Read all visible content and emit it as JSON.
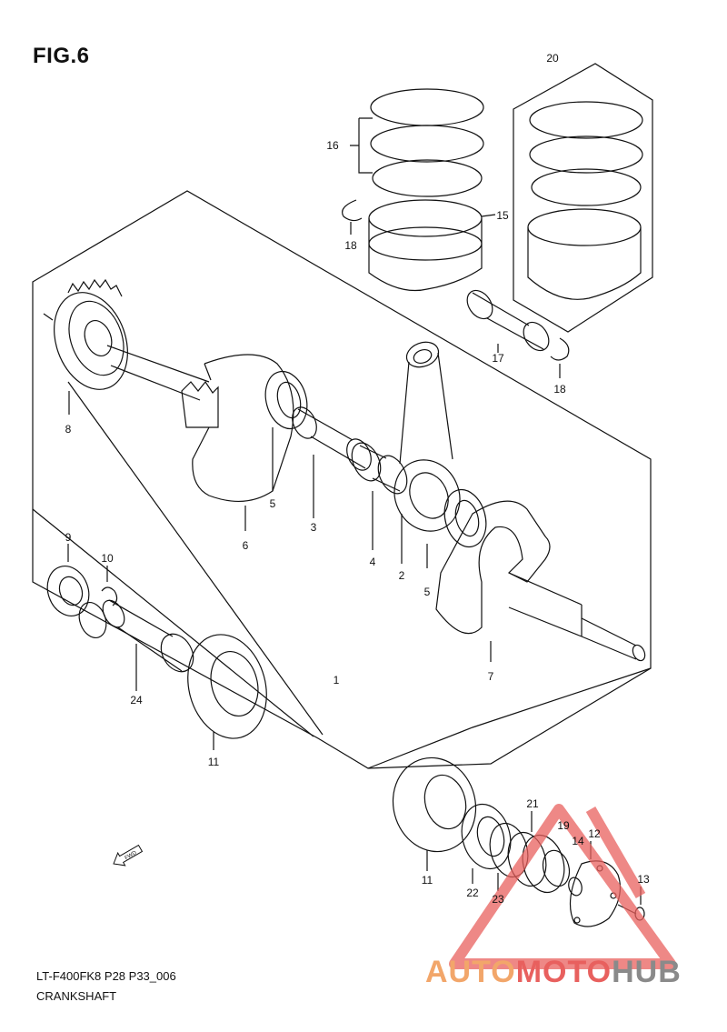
{
  "figure": {
    "title": "FIG.6",
    "reference_code": "LT-F400FK8 P28 P33_006",
    "caption": "CRANKSHAFT"
  },
  "callouts": [
    {
      "id": "c1",
      "label": "1"
    },
    {
      "id": "c2",
      "label": "2"
    },
    {
      "id": "c3",
      "label": "3"
    },
    {
      "id": "c4",
      "label": "4"
    },
    {
      "id": "c5a",
      "label": "5"
    },
    {
      "id": "c5b",
      "label": "5"
    },
    {
      "id": "c6",
      "label": "6"
    },
    {
      "id": "c7",
      "label": "7"
    },
    {
      "id": "c8",
      "label": "8"
    },
    {
      "id": "c9",
      "label": "9"
    },
    {
      "id": "c10",
      "label": "10"
    },
    {
      "id": "c11a",
      "label": "11"
    },
    {
      "id": "c11b",
      "label": "11"
    },
    {
      "id": "c12",
      "label": "12"
    },
    {
      "id": "c13",
      "label": "13"
    },
    {
      "id": "c14",
      "label": "14"
    },
    {
      "id": "c15",
      "label": "15"
    },
    {
      "id": "c16",
      "label": "16"
    },
    {
      "id": "c17",
      "label": "17"
    },
    {
      "id": "c18a",
      "label": "18"
    },
    {
      "id": "c18b",
      "label": "18"
    },
    {
      "id": "c19",
      "label": "19"
    },
    {
      "id": "c20",
      "label": "20"
    },
    {
      "id": "c21",
      "label": "21"
    },
    {
      "id": "c22",
      "label": "22"
    },
    {
      "id": "c23",
      "label": "23"
    },
    {
      "id": "c24",
      "label": "24"
    }
  ],
  "fwd_marker": "FWD",
  "watermark": {
    "part1": "AUTO",
    "part2": "MOTO",
    "part3": "HUB",
    "colors": {
      "part1": "#f2a66a",
      "part2": "#e8605e",
      "part3": "#8a8a8a",
      "triangle": "#e8605e"
    }
  }
}
